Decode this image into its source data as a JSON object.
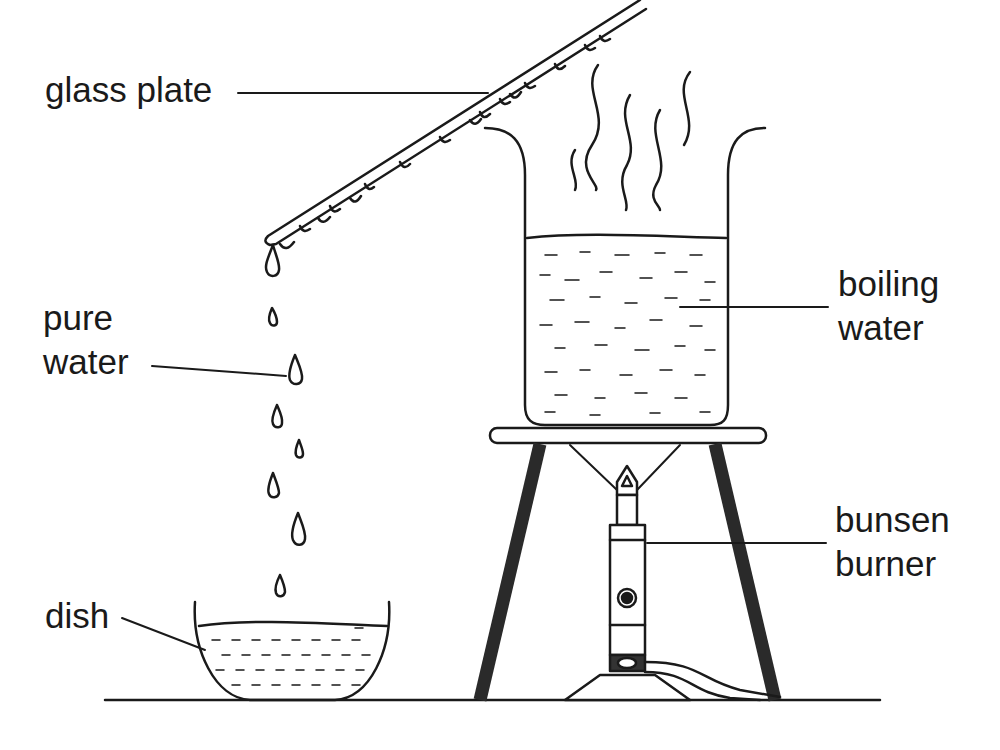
{
  "diagram": {
    "labels": [
      "glass plate",
      "pure water",
      "boiling water",
      "bunsen burner",
      "dish"
    ]
  }
}
